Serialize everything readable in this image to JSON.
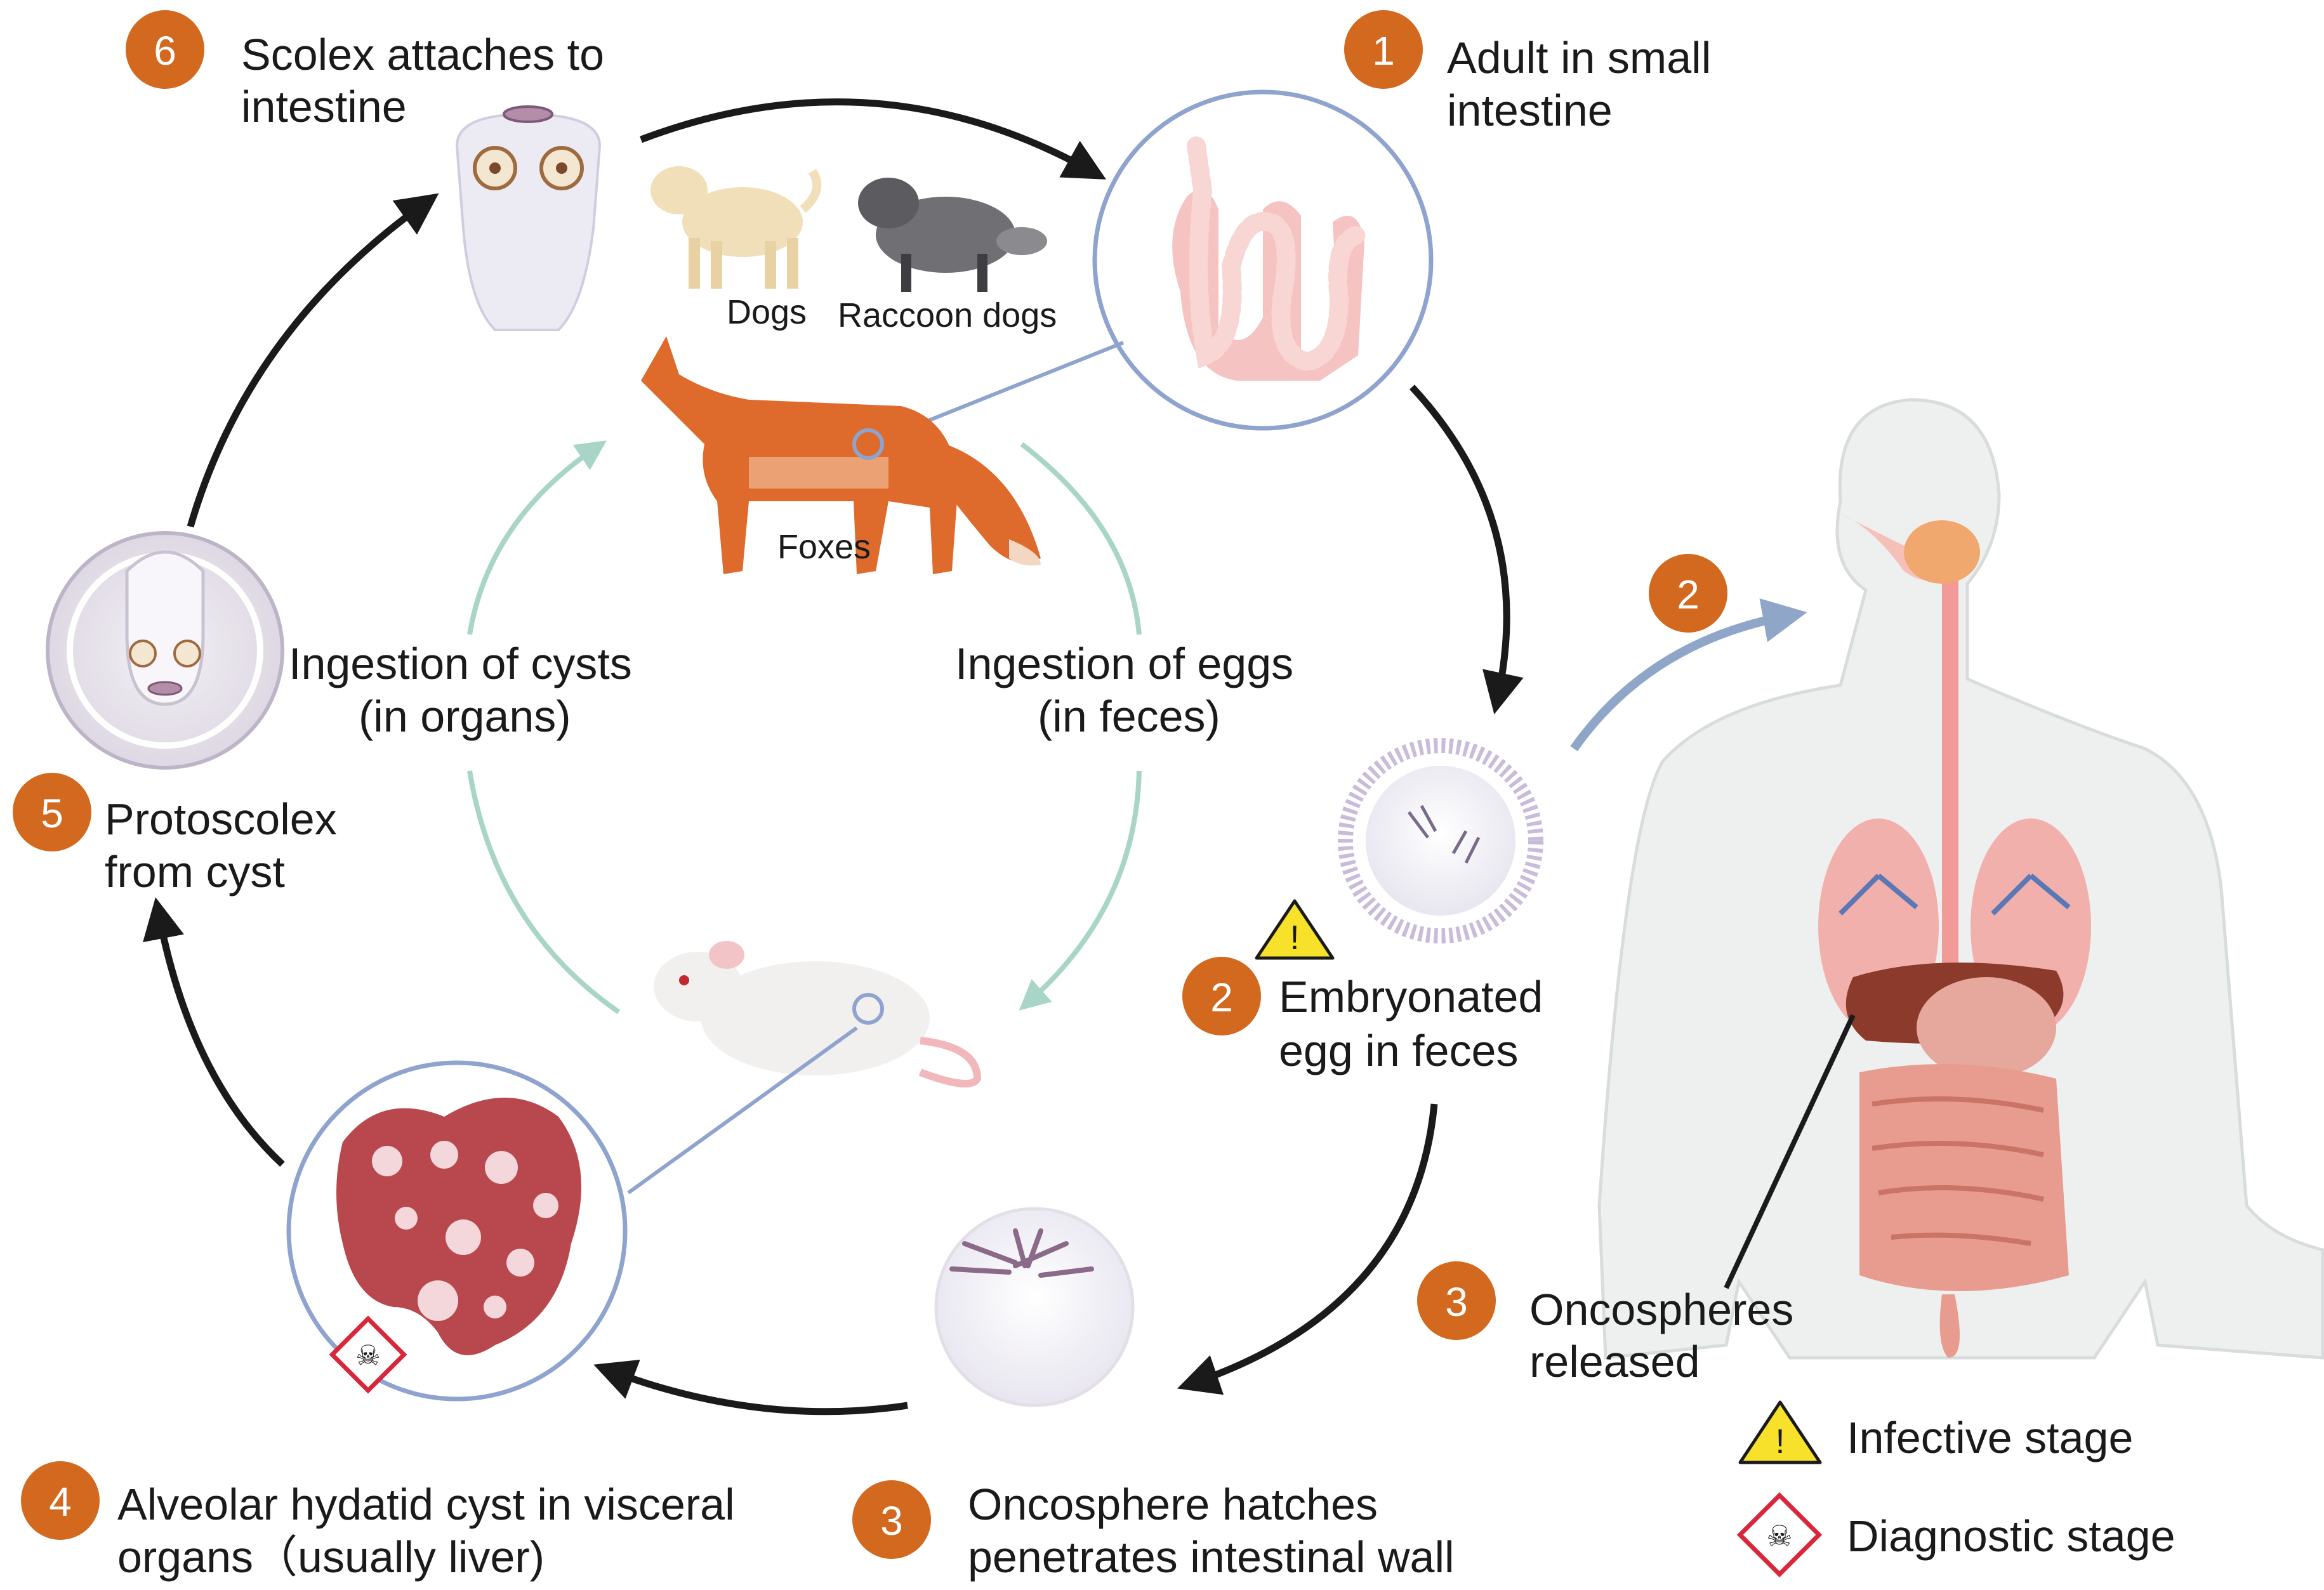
{
  "colors": {
    "step_badge": "#d2691e",
    "cycle_arrow": "#1a1a1a",
    "host_arrow": "#a8d5c8",
    "human_arrow": "#8fa6c8",
    "circle_outline": "#8fa3cf",
    "warning_yellow": "#f7e12b",
    "diagnostic_red": "#d9263a"
  },
  "steps": {
    "s1": {
      "number": "1",
      "line1": "Adult in small",
      "line2": "intestine"
    },
    "s2a": {
      "number": "2",
      "line1": "Embryonated",
      "line2": "egg in feces"
    },
    "s2b": {
      "number": "2"
    },
    "s3a": {
      "number": "3",
      "line1": "Oncosphere hatches",
      "line2": "penetrates intestinal wall"
    },
    "s3b": {
      "number": "3",
      "line1": "Oncospheres",
      "line2": "released"
    },
    "s4": {
      "number": "4",
      "line1": "Alveolar hydatid cyst in visceral",
      "line2": "organs（usually liver)"
    },
    "s5": {
      "number": "5",
      "line1": "Protoscolex",
      "line2": "from cyst"
    },
    "s6": {
      "number": "6",
      "line1": "Scolex attaches to",
      "line2": "intestine"
    }
  },
  "hosts": {
    "dogs": "Dogs",
    "raccoon_dogs": "Raccoon dogs",
    "foxes": "Foxes"
  },
  "transmission": {
    "cysts_line1": "Ingestion of cysts",
    "cysts_line2": "(in organs)",
    "eggs_line1": "Ingestion of eggs",
    "eggs_line2": "(in feces)"
  },
  "legend": {
    "infective": "Infective stage",
    "diagnostic": "Diagnostic stage"
  },
  "icons": [
    "warning-triangle-icon",
    "skull-diamond-icon"
  ]
}
